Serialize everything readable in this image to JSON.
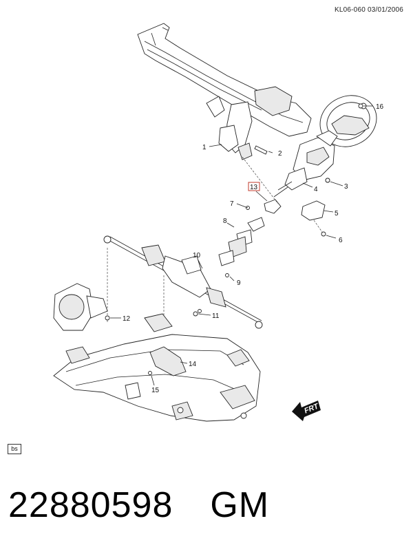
{
  "header": {
    "reference": "KL06-060  03/01/2006"
  },
  "callouts": [
    {
      "id": "c1",
      "label": "1"
    },
    {
      "id": "c2",
      "label": "2"
    },
    {
      "id": "c3",
      "label": "3"
    },
    {
      "id": "c4",
      "label": "4"
    },
    {
      "id": "c5",
      "label": "5"
    },
    {
      "id": "c6",
      "label": "6"
    },
    {
      "id": "c7",
      "label": "7"
    },
    {
      "id": "c8",
      "label": "8"
    },
    {
      "id": "c9",
      "label": "9"
    },
    {
      "id": "c10",
      "label": "10"
    },
    {
      "id": "c11",
      "label": "11"
    },
    {
      "id": "c12",
      "label": "12"
    },
    {
      "id": "c13",
      "label": "13",
      "highlighted": true
    },
    {
      "id": "c14",
      "label": "14"
    },
    {
      "id": "c15",
      "label": "15"
    },
    {
      "id": "c16",
      "label": "16"
    }
  ],
  "direction_marker": {
    "label": "FRT"
  },
  "badge": {
    "label": "bs"
  },
  "footer": {
    "part_number": "22880598",
    "brand": "GM"
  },
  "colors": {
    "highlight_box": "#c0392b",
    "line": "#222222"
  }
}
